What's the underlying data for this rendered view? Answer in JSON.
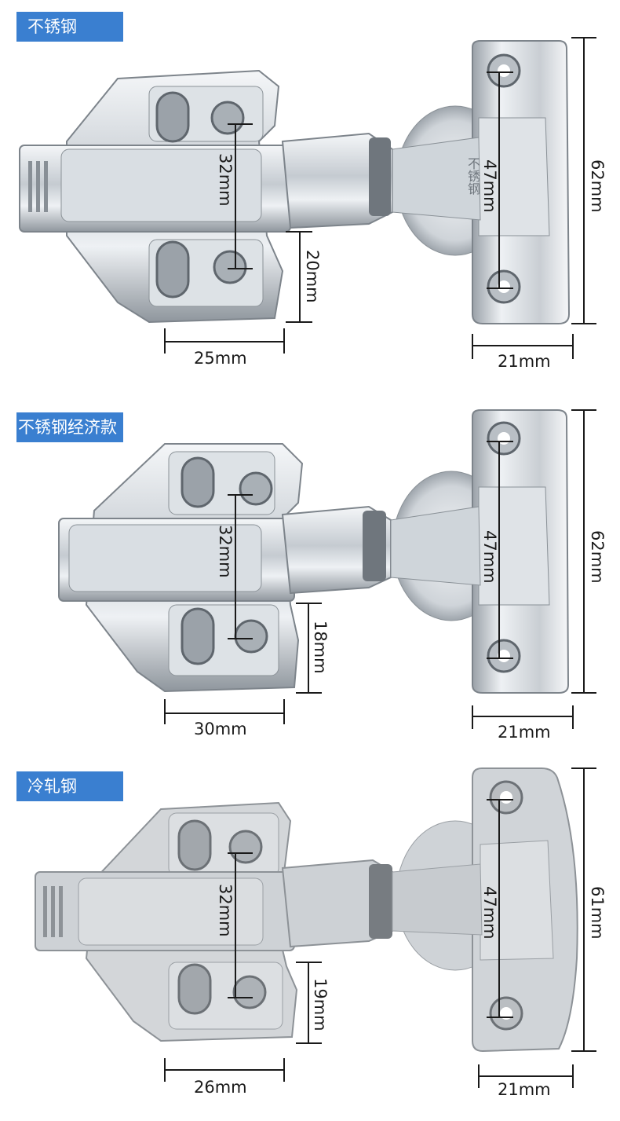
{
  "sections": [
    {
      "badge": "不锈钢",
      "labels": {
        "v32": "32mm",
        "v20": "20mm",
        "h25": "25mm",
        "v47": "47mm",
        "v62": "62mm",
        "h21": "21mm"
      },
      "plate_text": "不锈钢"
    },
    {
      "badge": "不锈钢经济款",
      "labels": {
        "v32": "32mm",
        "v18": "18mm",
        "h30": "30mm",
        "v47": "47mm",
        "v62": "62mm",
        "h21": "21mm"
      }
    },
    {
      "badge": "冷轧钢",
      "labels": {
        "v32": "32mm",
        "v19": "19mm",
        "h26": "26mm",
        "v47": "47mm",
        "v61": "61mm",
        "h21": "21mm"
      }
    }
  ],
  "colors": {
    "badge_bg": "#3a7fd0",
    "badge_text": "#ffffff",
    "metal_light": "#e9edf1",
    "metal_dark": "#8f969d",
    "dim_line": "#1a1a1a"
  }
}
